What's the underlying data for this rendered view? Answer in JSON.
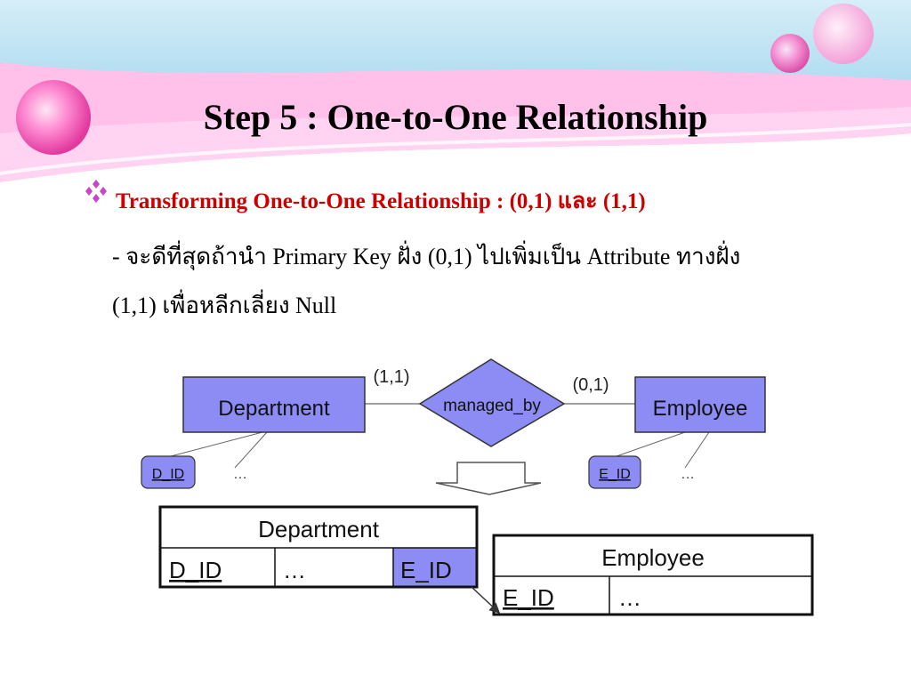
{
  "slide": {
    "title": "Step 5 : One-to-One Relationship",
    "bullet": "Transforming One-to-One Relationship : (0,1) และ (1,1)",
    "body_line1": "- จะดีที่สุดถ้านำ Primary Key ฝั่ง (0,1) ไปเพิ่มเป็น Attribute ทางฝั่ง",
    "body_line2": "(1,1) เพื่อหลีกเลี่ยง Null"
  },
  "colors": {
    "entity_fill": "#8c8cf4",
    "bullet_text": "#cc0000",
    "bullet_icon": "#cc44cc",
    "banner_pink": "#ffb3e6",
    "banner_blue": "#c8e8f8"
  },
  "er": {
    "entity_left": "Department",
    "entity_right": "Employee",
    "relationship": "managed_by",
    "card_left": "(1,1)",
    "card_right": "(0,1)",
    "attr_left": "D_ID",
    "attr_right": "E_ID",
    "ellipsis_left": "…",
    "ellipsis_right": "…"
  },
  "tables": {
    "department": {
      "name": "Department",
      "cells": [
        "D_ID",
        "…",
        "E_ID"
      ]
    },
    "employee": {
      "name": "Employee",
      "cells": [
        "E_ID",
        "…"
      ]
    }
  }
}
